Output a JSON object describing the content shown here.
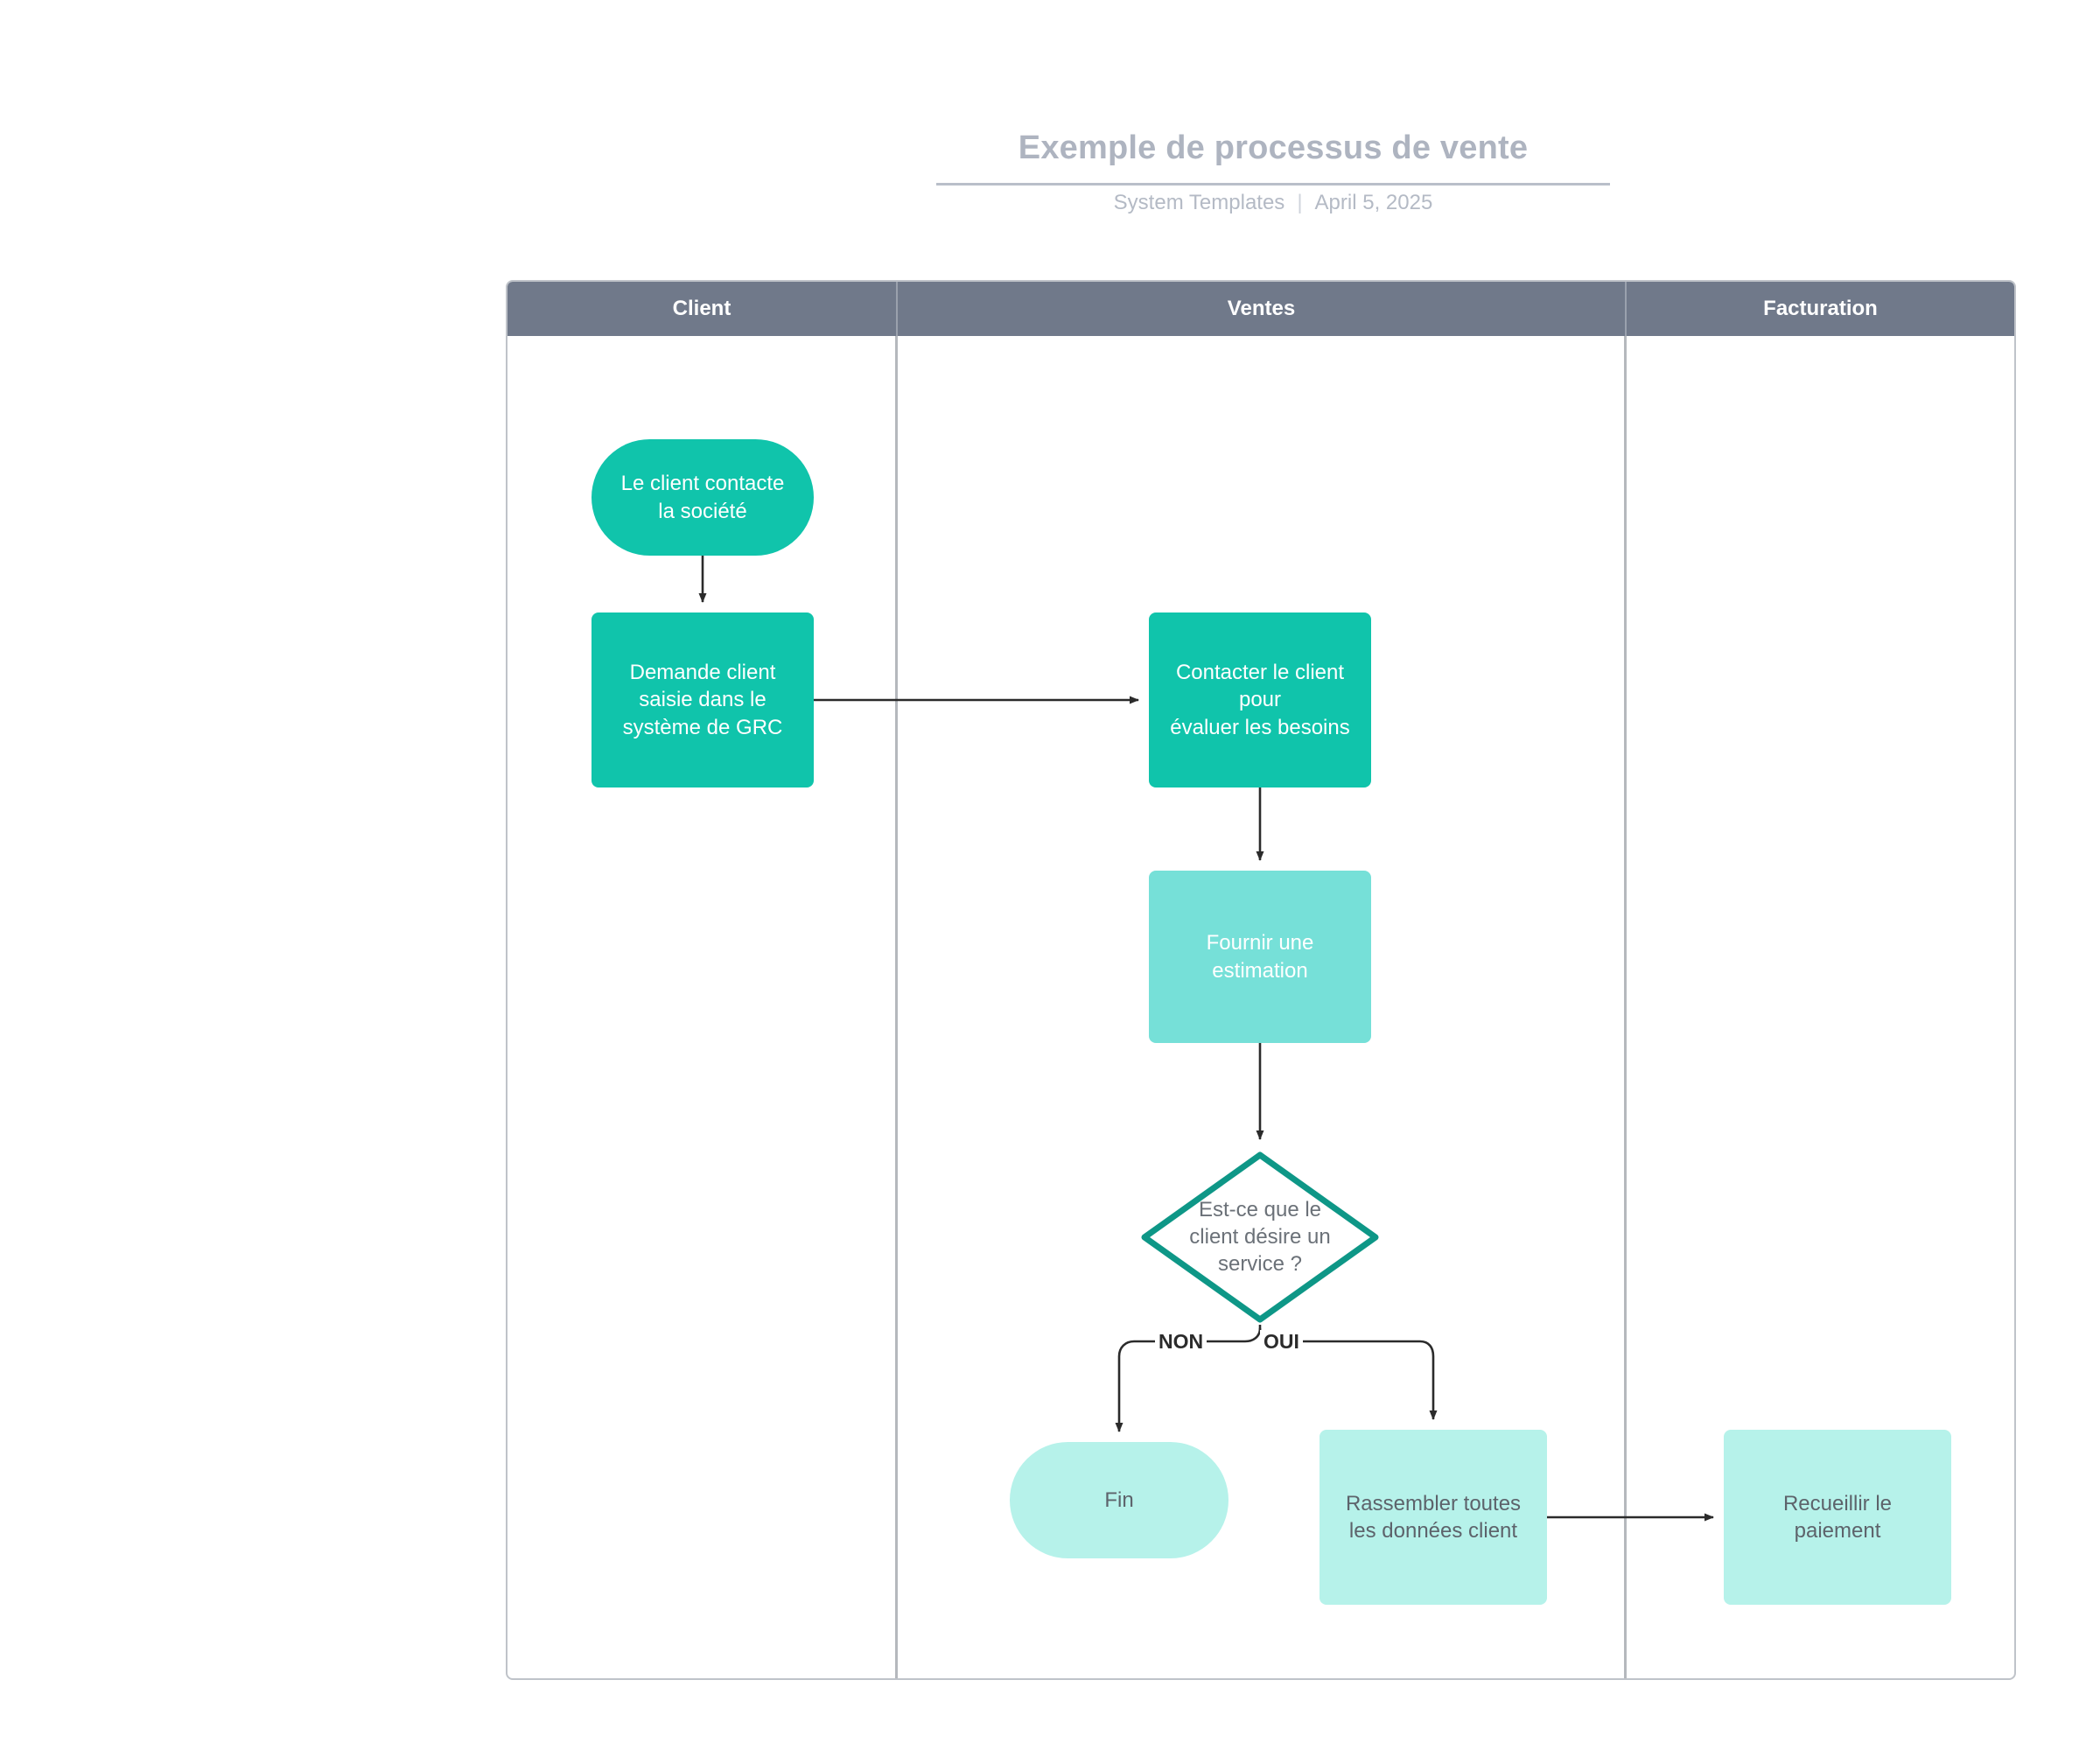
{
  "header": {
    "title": "Exemple de processus de vente",
    "author": "System Templates",
    "separator": "|",
    "date": "April 5, 2025"
  },
  "colors": {
    "header_bar": "#70798a",
    "node_dark": "#10c4ab",
    "node_mid": "#76e0d8",
    "node_light": "#b6f2ea",
    "decision_stroke": "#0e9787",
    "connector": "#2b2b2b",
    "border": "#bfc3c9",
    "title_text": "#aeb4c0"
  },
  "diagram": {
    "type": "swimlane-flowchart",
    "lanes": [
      {
        "id": "client",
        "label": "Client"
      },
      {
        "id": "ventes",
        "label": "Ventes"
      },
      {
        "id": "facturation",
        "label": "Facturation"
      }
    ],
    "nodes": [
      {
        "id": "start",
        "lane": "client",
        "shape": "pill",
        "fill": "dark",
        "label": "Le client contacte\nla société"
      },
      {
        "id": "crm",
        "lane": "client",
        "shape": "rect",
        "fill": "dark",
        "label": "Demande client\nsaisie dans le\nsystème de GRC"
      },
      {
        "id": "contact",
        "lane": "ventes",
        "shape": "rect",
        "fill": "dark",
        "label": "Contacter le client\npour\névaluer les besoins"
      },
      {
        "id": "estimate",
        "lane": "ventes",
        "shape": "rect",
        "fill": "mid",
        "label": "Fournir une\nestimation"
      },
      {
        "id": "decision",
        "lane": "ventes",
        "shape": "diamond",
        "fill": "none",
        "label": "Est-ce que le\nclient désire un\nservice ?"
      },
      {
        "id": "fin",
        "lane": "ventes",
        "shape": "pill",
        "fill": "light",
        "label": "Fin"
      },
      {
        "id": "gather",
        "lane": "ventes",
        "shape": "rect",
        "fill": "light",
        "label": "Rassembler toutes\nles données client"
      },
      {
        "id": "payment",
        "lane": "facturation",
        "shape": "rect",
        "fill": "light",
        "label": "Recueillir le\npaiement"
      }
    ],
    "edges": [
      {
        "from": "start",
        "to": "crm",
        "label": ""
      },
      {
        "from": "crm",
        "to": "contact",
        "label": ""
      },
      {
        "from": "contact",
        "to": "estimate",
        "label": ""
      },
      {
        "from": "estimate",
        "to": "decision",
        "label": ""
      },
      {
        "from": "decision",
        "to": "fin",
        "label": "NON"
      },
      {
        "from": "decision",
        "to": "gather",
        "label": "OUI"
      },
      {
        "from": "gather",
        "to": "payment",
        "label": ""
      }
    ]
  }
}
